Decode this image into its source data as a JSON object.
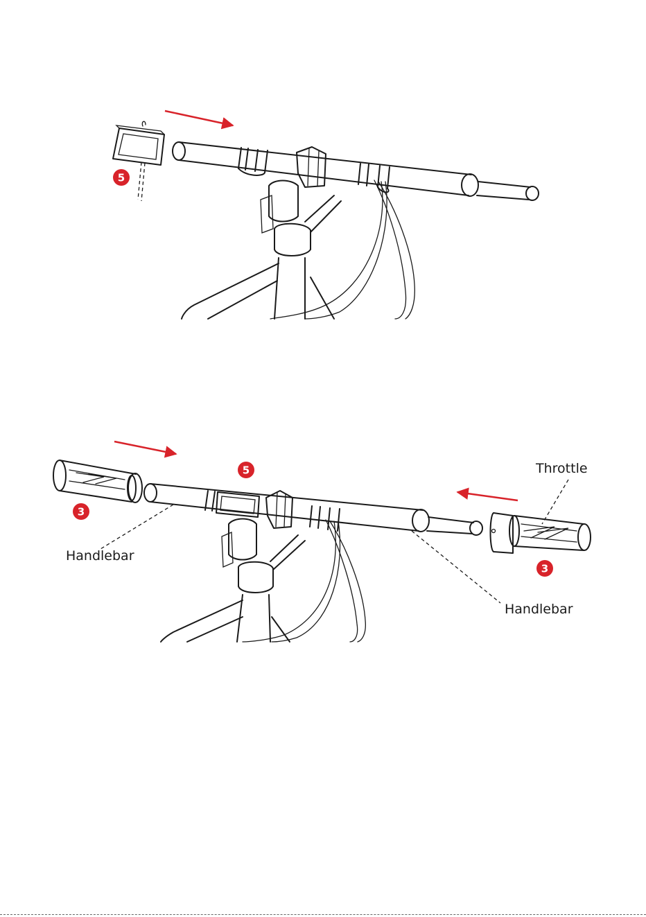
{
  "colors": {
    "accent": "#d8232a",
    "ink": "#1a1a1a"
  },
  "figure1": {
    "badge_display": "5"
  },
  "figure2": {
    "badge_display": "5",
    "badge_grip_left": "3",
    "badge_grip_right": "3",
    "label_throttle": "Throttle",
    "label_handlebar_left": "Handlebar",
    "label_handlebar_right": "Handlebar"
  }
}
